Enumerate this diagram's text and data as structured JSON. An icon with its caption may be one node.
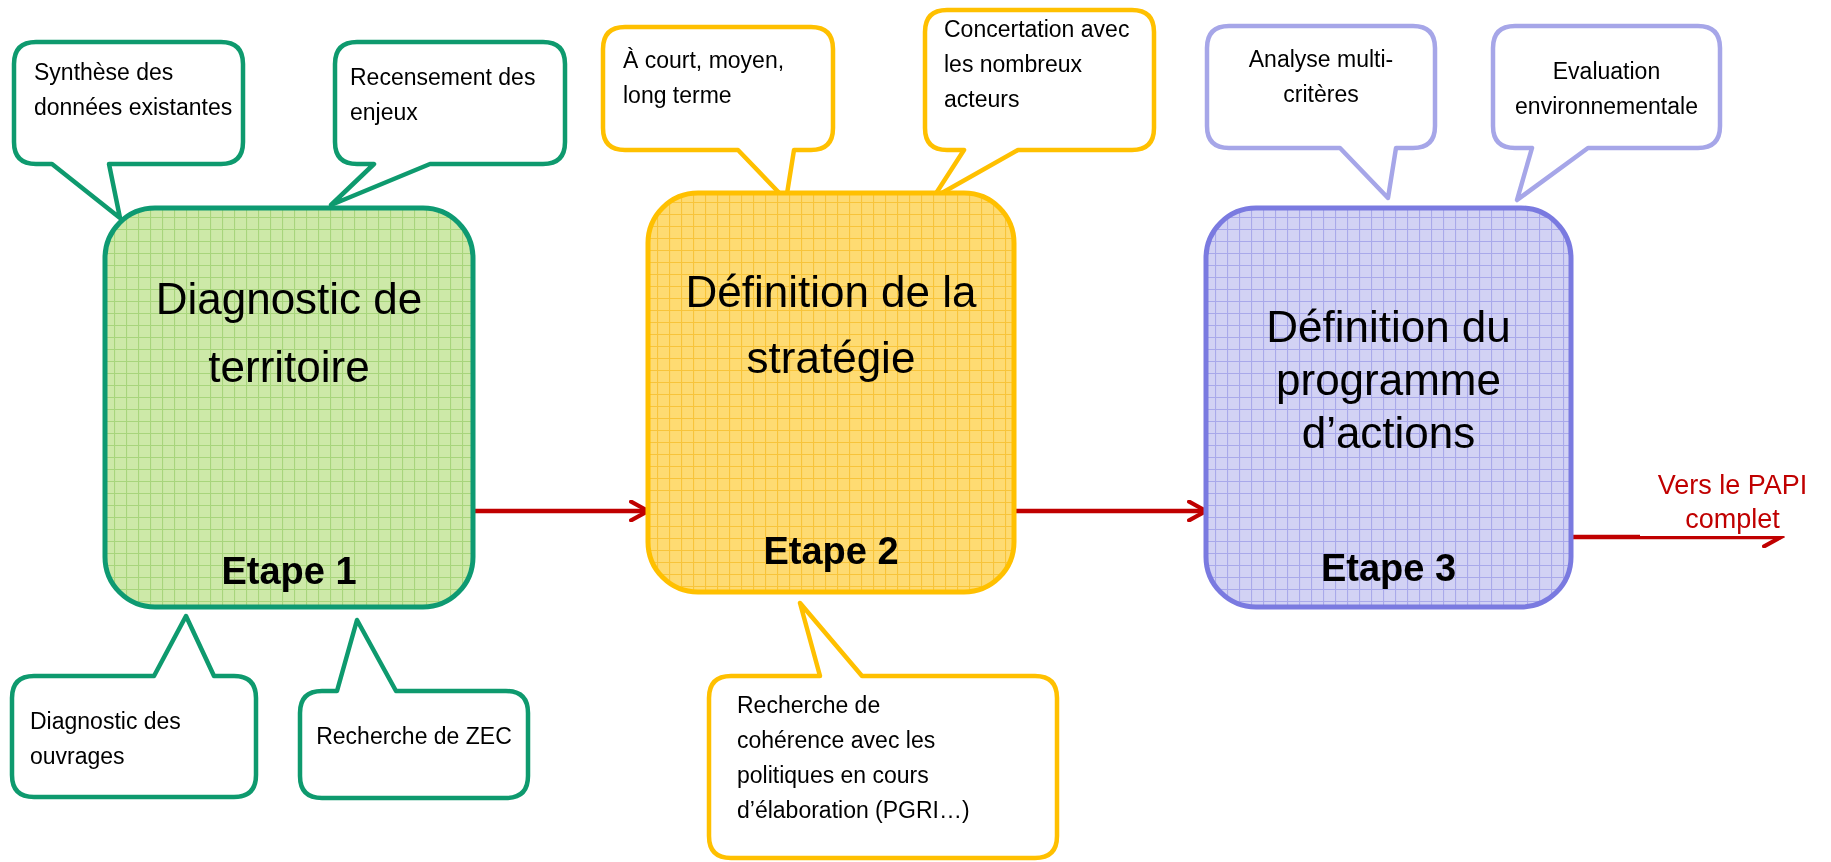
{
  "diagram": {
    "nodes": [
      {
        "text": [
          "Synthèse des données existantes"
        ]
      },
      {
        "text": [
          "Recensement des enjeux"
        ]
      },
      {
        "text": [
          "À court, moyen, long terme"
        ]
      },
      {
        "text": [
          "Concertation avec les nombreux acteurs"
        ]
      },
      {
        "text": [
          "Analyse multi-critères"
        ]
      },
      {
        "text": [
          "Evaluation environnementale"
        ]
      },
      {
        "text": [
          "Diagnostic de territoire",
          "Etape 1"
        ]
      },
      {
        "text": [
          "Définition de la stratégie",
          "Etape 2"
        ]
      },
      {
        "text": [
          "Définition du programme d’actions",
          "Etape 3"
        ]
      },
      {
        "text": [
          "Diagnostic des ouvrages"
        ]
      },
      {
        "text": [
          "Recherche de ZEC"
        ]
      },
      {
        "text": [
          "Recherche de cohérence avec les politiques en cours d’élaboration (PGRI…)"
        ]
      }
    ],
    "edges": [
      {
        "from": 6,
        "to": 7,
        "arrow": "to"
      },
      {
        "from": 7,
        "to": 8,
        "arrow": "to"
      },
      {
        "from": 8,
        "to": null,
        "arrow": "to",
        "label": "Vers le PAPI complet"
      }
    ]
  }
}
